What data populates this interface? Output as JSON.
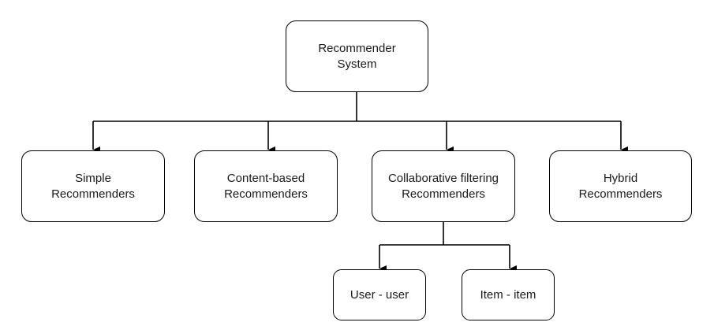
{
  "diagram": {
    "root": {
      "lines": [
        "Recommender",
        "System"
      ]
    },
    "categories": [
      {
        "id": "simple",
        "lines": [
          "Simple",
          "Recommenders"
        ]
      },
      {
        "id": "content",
        "lines": [
          "Content-based",
          "Recommenders"
        ]
      },
      {
        "id": "collab",
        "lines": [
          "Collaborative filtering",
          "Recommenders"
        ]
      },
      {
        "id": "hybrid",
        "lines": [
          "Hybrid",
          "Recommenders"
        ]
      }
    ],
    "collab_children": [
      {
        "id": "user",
        "label": "User - user"
      },
      {
        "id": "item",
        "label": "Item - item"
      }
    ]
  }
}
